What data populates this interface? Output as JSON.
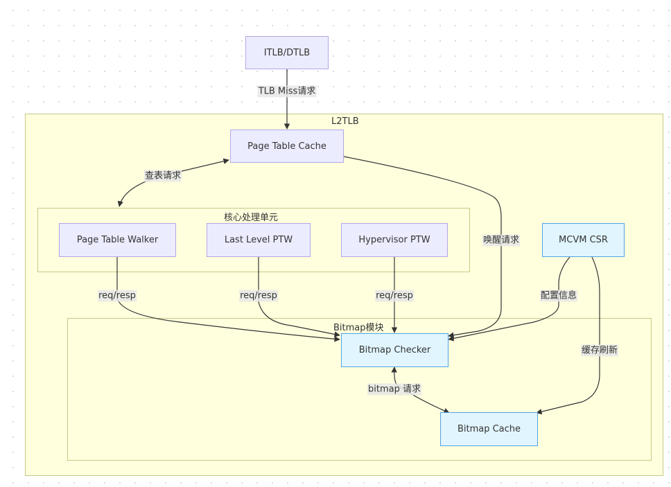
{
  "diagram": {
    "type": "flowchart",
    "clusters": {
      "l2tlb": {
        "title": "L2TLB"
      },
      "core": {
        "title": "核心处理单元"
      },
      "bitmap": {
        "title": "Bitmap模块"
      }
    },
    "nodes": {
      "itlb": {
        "label": "ITLB/DTLB",
        "style": "purple"
      },
      "ptc": {
        "label": "Page Table Cache",
        "style": "purple"
      },
      "ptw": {
        "label": "Page Table Walker",
        "style": "purple"
      },
      "llptw": {
        "label": "Last Level PTW",
        "style": "purple"
      },
      "hptw": {
        "label": "Hypervisor PTW",
        "style": "purple"
      },
      "mcvm": {
        "label": "MCVM CSR",
        "style": "blue"
      },
      "checker": {
        "label": "Bitmap Checker",
        "style": "blue"
      },
      "bcache": {
        "label": "Bitmap Cache",
        "style": "blue"
      }
    },
    "edges": [
      {
        "from": "ITLB/DTLB",
        "to": "Page Table Cache",
        "label": "TLB Miss请求",
        "direction": "forward"
      },
      {
        "from": "Page Table Cache",
        "to": "核心处理单元",
        "label": "查表请求",
        "direction": "bidirectional"
      },
      {
        "from": "Page Table Walker",
        "to": "Bitmap Checker",
        "label": "req/resp",
        "direction": "forward"
      },
      {
        "from": "Last Level PTW",
        "to": "Bitmap Checker",
        "label": "req/resp",
        "direction": "forward"
      },
      {
        "from": "Hypervisor PTW",
        "to": "Bitmap Checker",
        "label": "req/resp",
        "direction": "forward"
      },
      {
        "from": "Page Table Cache",
        "to": "Bitmap Checker",
        "label": "唤醒请求",
        "direction": "forward"
      },
      {
        "from": "MCVM CSR",
        "to": "Bitmap Checker",
        "label": "配置信息",
        "direction": "forward"
      },
      {
        "from": "MCVM CSR",
        "to": "Bitmap Cache",
        "label": "缓存刷新",
        "direction": "forward"
      },
      {
        "from": "Bitmap Checker",
        "to": "Bitmap Cache",
        "label": "bitmap 请求",
        "direction": "bidirectional"
      }
    ]
  }
}
